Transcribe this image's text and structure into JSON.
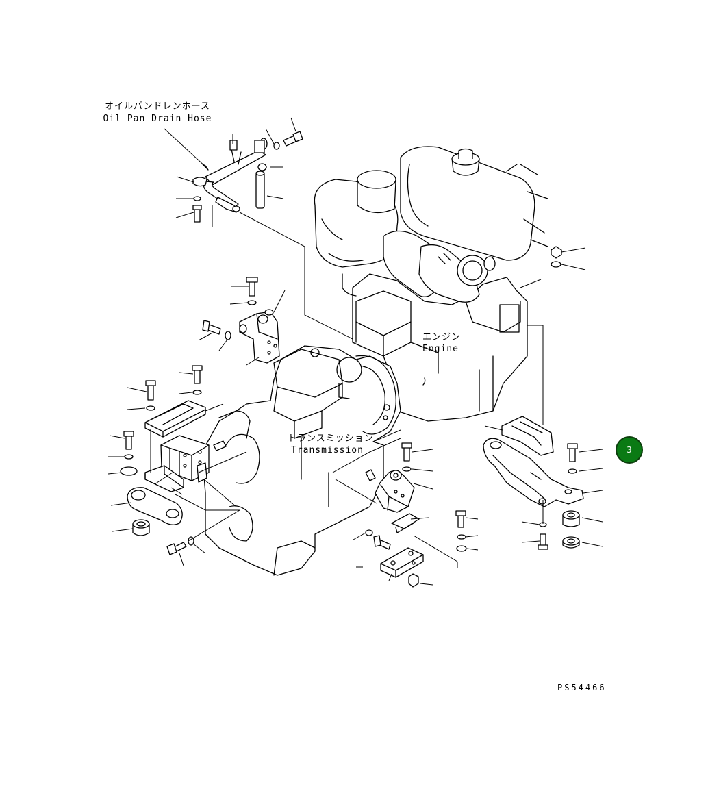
{
  "labels": {
    "oil_pan_jp": "オイルパンドレンホース",
    "oil_pan_en": "Oil Pan Drain Hose",
    "engine_jp": "エンジン",
    "engine_en": "Engine",
    "transmission_jp": "トランスミッション",
    "transmission_en": "Transmission"
  },
  "drawing_code": "PS54466",
  "badge": {
    "text": "3",
    "color": "#0a7a14"
  }
}
